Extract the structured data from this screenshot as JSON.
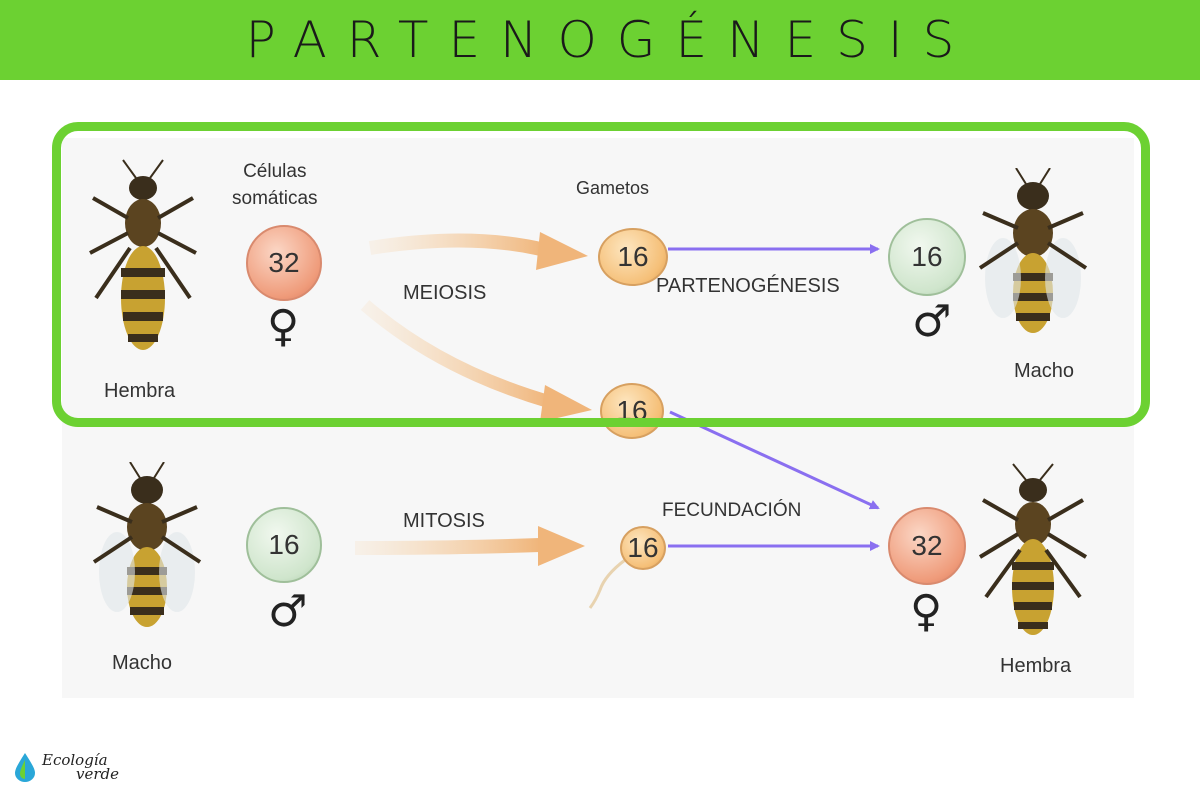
{
  "header": {
    "title": "PARTENOGÉNESIS",
    "color": "#6cd132"
  },
  "diagram": {
    "top_female_label": "Hembra",
    "somatic_cells_label": "Células\nsomáticas",
    "top_female_value": "32",
    "female_symbol": "♀",
    "male_symbol": "♂",
    "gametes_label": "Gametos",
    "meiosis_label": "MEIOSIS",
    "gamete_value_top": "16",
    "gamete_value_bottom": "16",
    "parthenogenesis_label": "PARTENOGÉNESIS",
    "top_male_value": "16",
    "top_male_label": "Macho",
    "bottom_male_value": "16",
    "bottom_male_label": "Macho",
    "mitosis_label": "MITOSIS",
    "sperm_value": "16",
    "fertilization_label": "FECUNDACIÓN",
    "bottom_female_value": "32",
    "bottom_female_label": "Hembra"
  },
  "logo": {
    "line1": "Ecología",
    "line2": "verde"
  },
  "colors": {
    "arrow_orange": "#f3c08a",
    "arrow_purple": "#8a6ff0",
    "highlight": "#6cd132"
  },
  "icons": [
    "bee-icon",
    "female-symbol-icon",
    "male-symbol-icon",
    "leaf-drop-icon"
  ]
}
